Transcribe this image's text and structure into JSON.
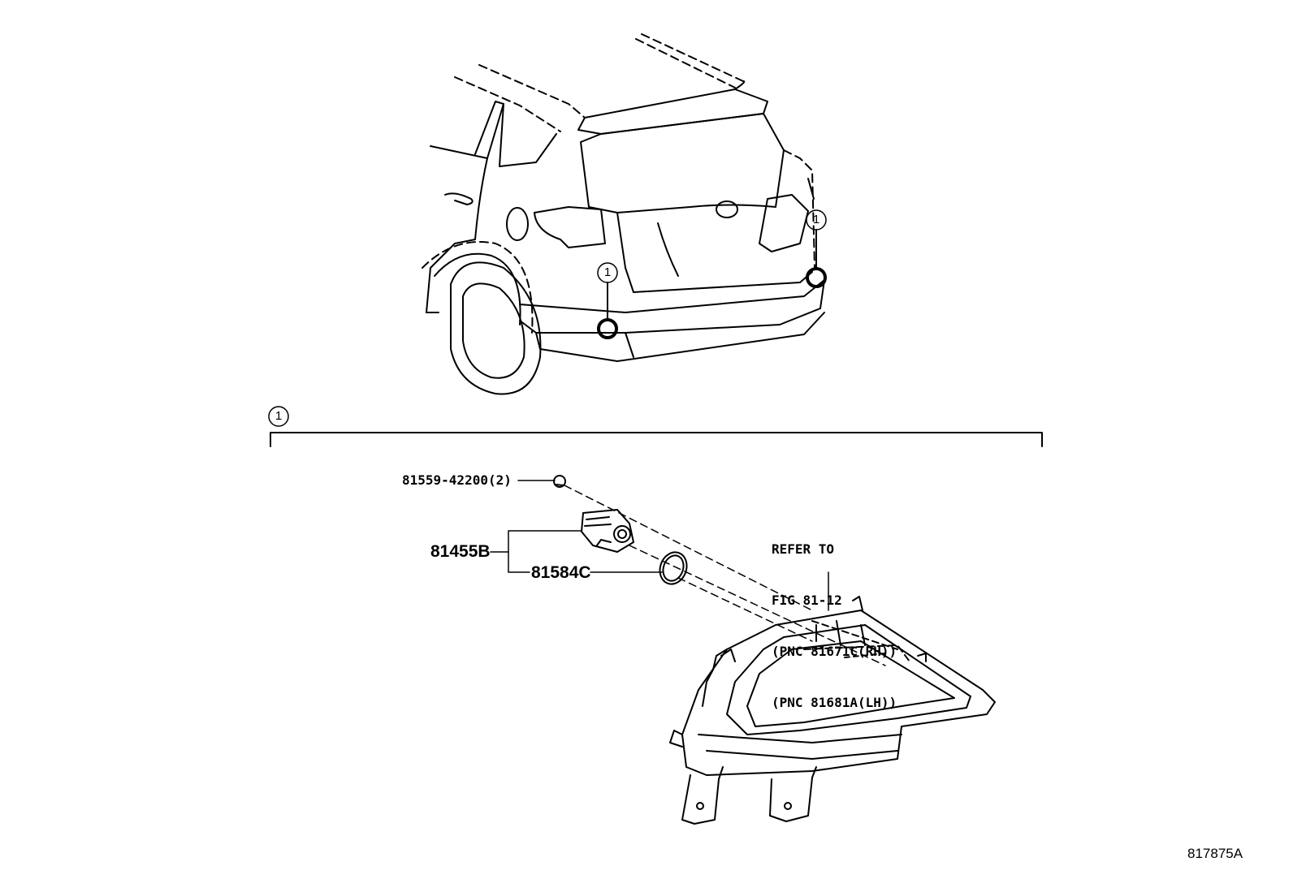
{
  "callout": {
    "number": "1",
    "color": "#000000"
  },
  "parts": {
    "nut": {
      "label": "81559-42200(2)"
    },
    "socket_assembly": {
      "label": "81455B"
    },
    "gasket": {
      "label": "81584C"
    }
  },
  "reference_note": {
    "line1": "REFER TO",
    "line2": "FIG 81-12",
    "line3": "(PNC 81671C(RH))",
    "line4": "(PNC 81681A(LH))"
  },
  "illustration_id": "817875A",
  "icons": [
    "vehicle-rear-drawing",
    "reflector-lamp-drawing",
    "bulb-socket-drawing",
    "gasket-ring-drawing",
    "nut-drawing",
    "callout-circle"
  ]
}
